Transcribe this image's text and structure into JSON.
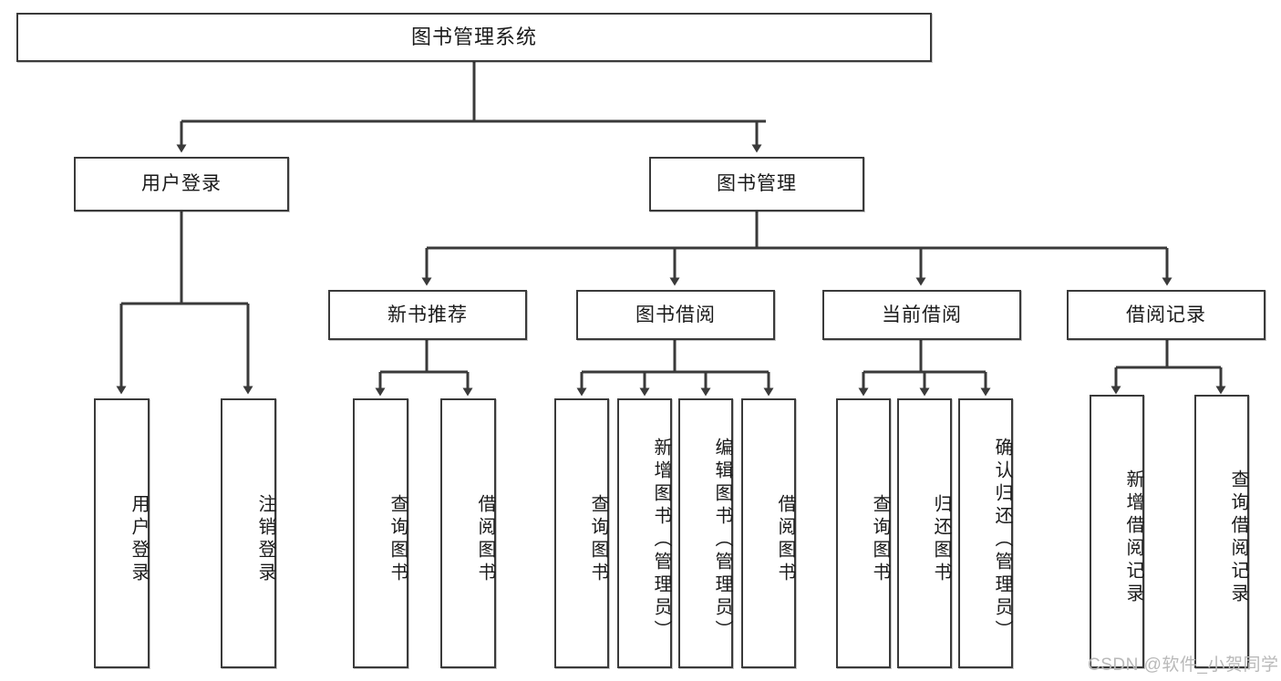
{
  "diagram": {
    "title": "图书管理系统",
    "root": {
      "label": "图书管理系统"
    },
    "level2": [
      {
        "label": "用户登录"
      },
      {
        "label": "图书管理"
      }
    ],
    "level3": [
      {
        "label": "新书推荐"
      },
      {
        "label": "图书借阅"
      },
      {
        "label": "当前借阅"
      },
      {
        "label": "借阅记录"
      }
    ],
    "leaves": {
      "user_login": [
        {
          "label": "用户登录"
        },
        {
          "label": "注销登录"
        }
      ],
      "new_book_recommend": [
        {
          "label": "查询图书"
        },
        {
          "label": "借阅图书"
        }
      ],
      "book_borrow": [
        {
          "label": "查询图书"
        },
        {
          "label": "新增图书（管理员）"
        },
        {
          "label": "编辑图书（管理员）"
        },
        {
          "label": "借阅图书"
        }
      ],
      "current_borrow": [
        {
          "label": "查询图书"
        },
        {
          "label": "归还图书"
        },
        {
          "label": "确认归还（管理员）"
        }
      ],
      "borrow_record": [
        {
          "label": "新增借阅记录"
        },
        {
          "label": "查询借阅记录"
        }
      ]
    }
  },
  "watermark": {
    "text": "CSDN @软件_小贺同学"
  },
  "colors": {
    "border": "#3a3a3a",
    "edge": "#3a3a3a",
    "background": "#ffffff",
    "text": "#1a1a1a",
    "watermark": "#b9b9b9"
  }
}
